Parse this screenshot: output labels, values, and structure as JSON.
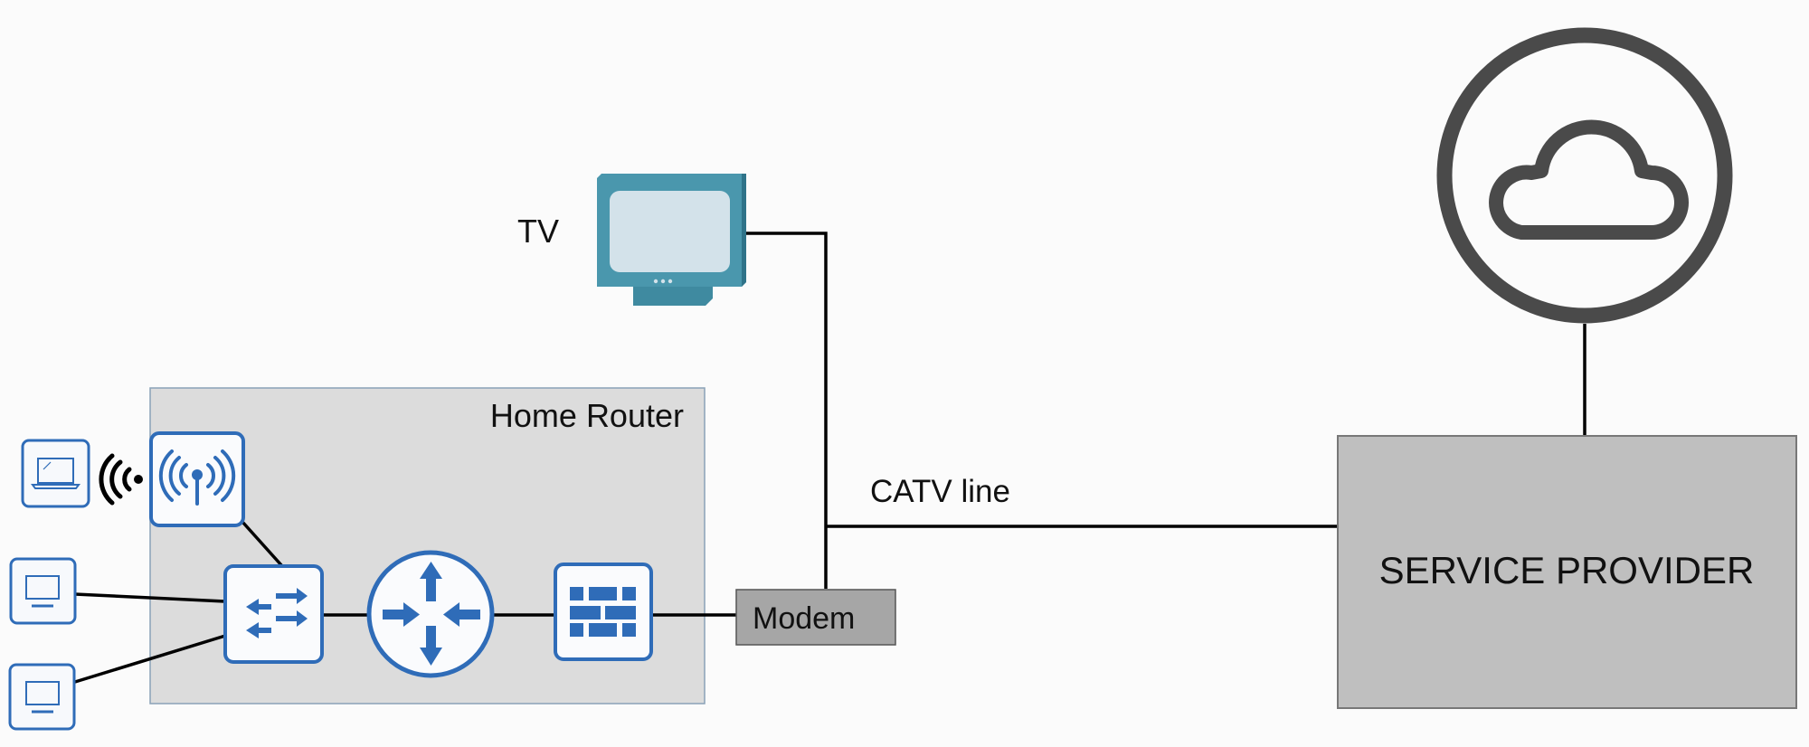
{
  "diagram": {
    "home_router": {
      "label": "Home Router"
    },
    "tv": {
      "label": "TV"
    },
    "modem": {
      "label": "Modem"
    },
    "catv": {
      "label": "CATV line"
    },
    "service_provider": {
      "label": "SERVICE PROVIDER"
    },
    "colors": {
      "device_blue": "#2f6cb8",
      "home_router_bg": "#dcdcdc",
      "modem_bg": "#a6a6a6",
      "provider_bg": "#bfbfbf",
      "tv_body": "#4a97ad",
      "tv_screen": "#d3e2ea",
      "cloud_gray": "#4a4a4a"
    },
    "nodes": [
      "laptop",
      "pc-1",
      "pc-2",
      "wireless-access-point",
      "switch",
      "router",
      "firewall",
      "modem",
      "tv",
      "service-provider",
      "internet-cloud"
    ]
  }
}
